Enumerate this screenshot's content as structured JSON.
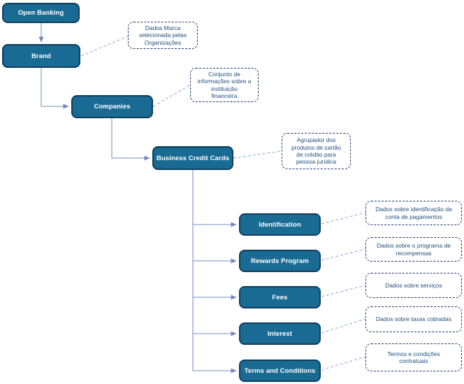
{
  "colors": {
    "node_fill": "#1A6B94",
    "node_border": "#0F3D5C",
    "node_text": "#FFFFFF",
    "note_border": "#1F3864",
    "note_text": "#1F4E79",
    "wire": "#8FA3CC",
    "wire_arrow": "#7389BD",
    "note_wire": "#9DB2D8",
    "canvas_bg": "#FFFFFF"
  },
  "nodes": [
    {
      "id": "open-banking",
      "label": "Open Banking"
    },
    {
      "id": "brand",
      "label": "Brand"
    },
    {
      "id": "companies",
      "label": "Companies"
    },
    {
      "id": "business-credit-cards",
      "label": "Business Credit Cards"
    },
    {
      "id": "identification",
      "label": "Identification"
    },
    {
      "id": "rewards-program",
      "label": "Rewards Program"
    },
    {
      "id": "fees",
      "label": "Fees"
    },
    {
      "id": "interest",
      "label": "Interest"
    },
    {
      "id": "terms-and-conditions",
      "label": "Terms and Conditions"
    }
  ],
  "annotations": [
    {
      "for": "brand",
      "lines": [
        "Dados Marca",
        "selecionada pelas",
        "Organizações"
      ]
    },
    {
      "for": "companies",
      "lines": [
        "Conjunto de",
        "informações sobre a",
        "instituição",
        "financeira"
      ]
    },
    {
      "for": "business-credit-cards",
      "lines": [
        "Agrupador dos",
        "produtos de cartão",
        "de crédito para",
        "pessoa jurídica"
      ]
    },
    {
      "for": "identification",
      "lines": [
        "Dados sobre identificação da",
        "conta de pagamentos"
      ]
    },
    {
      "for": "rewards-program",
      "lines": [
        "Dados sobre o programa de",
        "recompensas"
      ]
    },
    {
      "for": "fees",
      "lines": [
        "Dados sobre serviços"
      ]
    },
    {
      "for": "interest",
      "lines": [
        "Dados sobre taxas cobradas"
      ]
    },
    {
      "for": "terms-and-conditions",
      "lines": [
        "Termos e condições",
        "contratuais"
      ]
    }
  ]
}
